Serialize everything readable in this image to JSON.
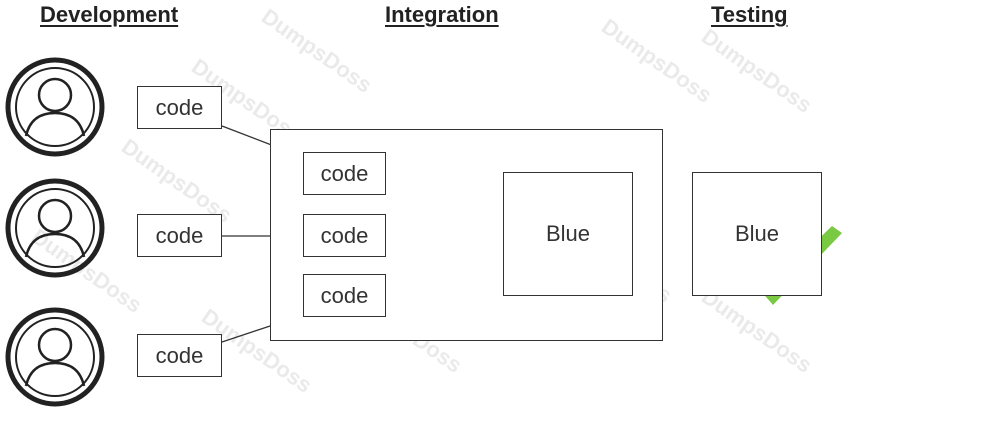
{
  "stages": {
    "development": "Development",
    "integration": "Integration",
    "testing": "Testing"
  },
  "development": {
    "code_blocks": [
      "code",
      "code",
      "code"
    ]
  },
  "integration": {
    "code_blocks": [
      "code",
      "code",
      "code"
    ],
    "build_label": "Blue"
  },
  "testing": {
    "build_label": "Blue"
  },
  "colors": {
    "arrow": "#f5c518",
    "checkmark": "#7ac943",
    "stroke": "#333333"
  },
  "watermark": "DumpsDoss"
}
